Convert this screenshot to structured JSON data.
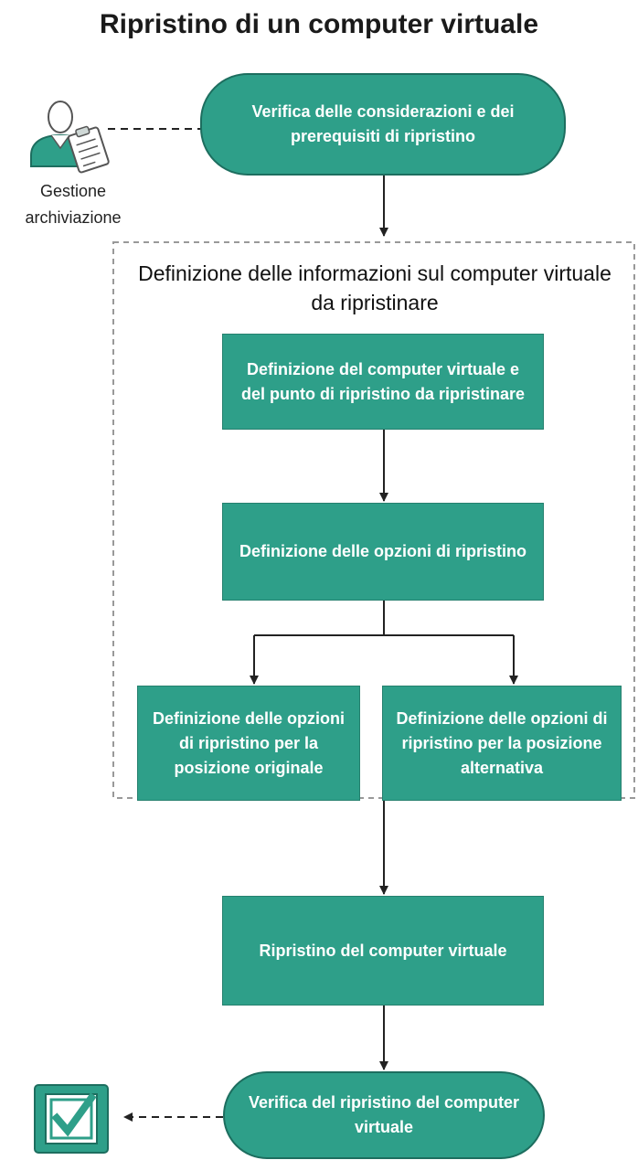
{
  "title": "Ripristino di un computer virtuale",
  "role": {
    "name": "Gestione archiviazione",
    "icon": "user-clipboard-icon"
  },
  "group_label": "Definizione delle informazioni sul computer virtuale da ripristinare",
  "steps": {
    "review": "Verifica delle considerazioni e dei prerequisiti di ripristino",
    "define_vm": "Definizione del computer virtuale e del punto di ripristino da ripristinare",
    "define_options": "Definizione delle opzioni di ripristino",
    "original_location": "Definizione delle opzioni di ripristino per la posizione originale",
    "alternate_location": "Definizione delle opzioni di ripristino per la posizione alternativa",
    "restore_vm": "Ripristino del computer virtuale",
    "verify": "Verifica del ripristino del computer virtuale"
  },
  "done_icon": "checkbox-checked-icon",
  "colors": {
    "node_fill": "#2e9f89",
    "node_border": "#1d6e5f",
    "arrow": "#222222",
    "group_border": "#999999"
  }
}
